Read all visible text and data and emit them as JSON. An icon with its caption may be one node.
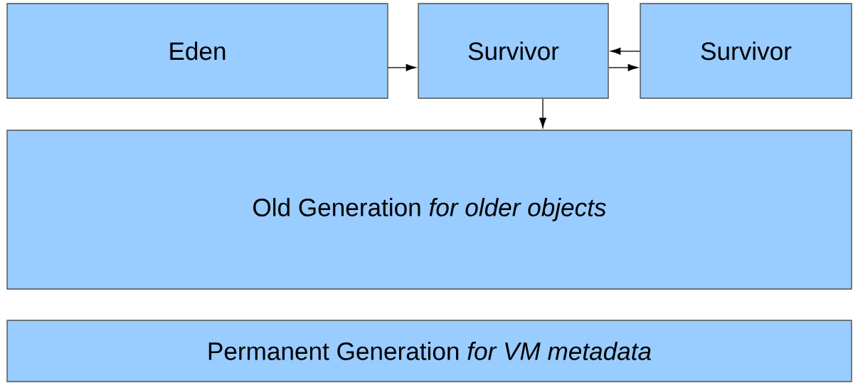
{
  "diagram": {
    "nodes": [
      {
        "text": [
          "Eden"
        ]
      },
      {
        "text": [
          "Survivor"
        ]
      },
      {
        "text": [
          "Survivor"
        ]
      },
      {
        "text": [
          "Old Generation *for older objects*"
        ]
      },
      {
        "text": [
          "Permanent Generation *for VM metadata*"
        ]
      }
    ],
    "edges": [
      {
        "from": 0,
        "to": 1,
        "arrow": "to"
      },
      {
        "from": 2,
        "to": 1,
        "arrow": "to"
      },
      {
        "from": 1,
        "to": 2,
        "arrow": "to"
      },
      {
        "from": 1,
        "to": 3,
        "arrow": "to"
      }
    ]
  }
}
